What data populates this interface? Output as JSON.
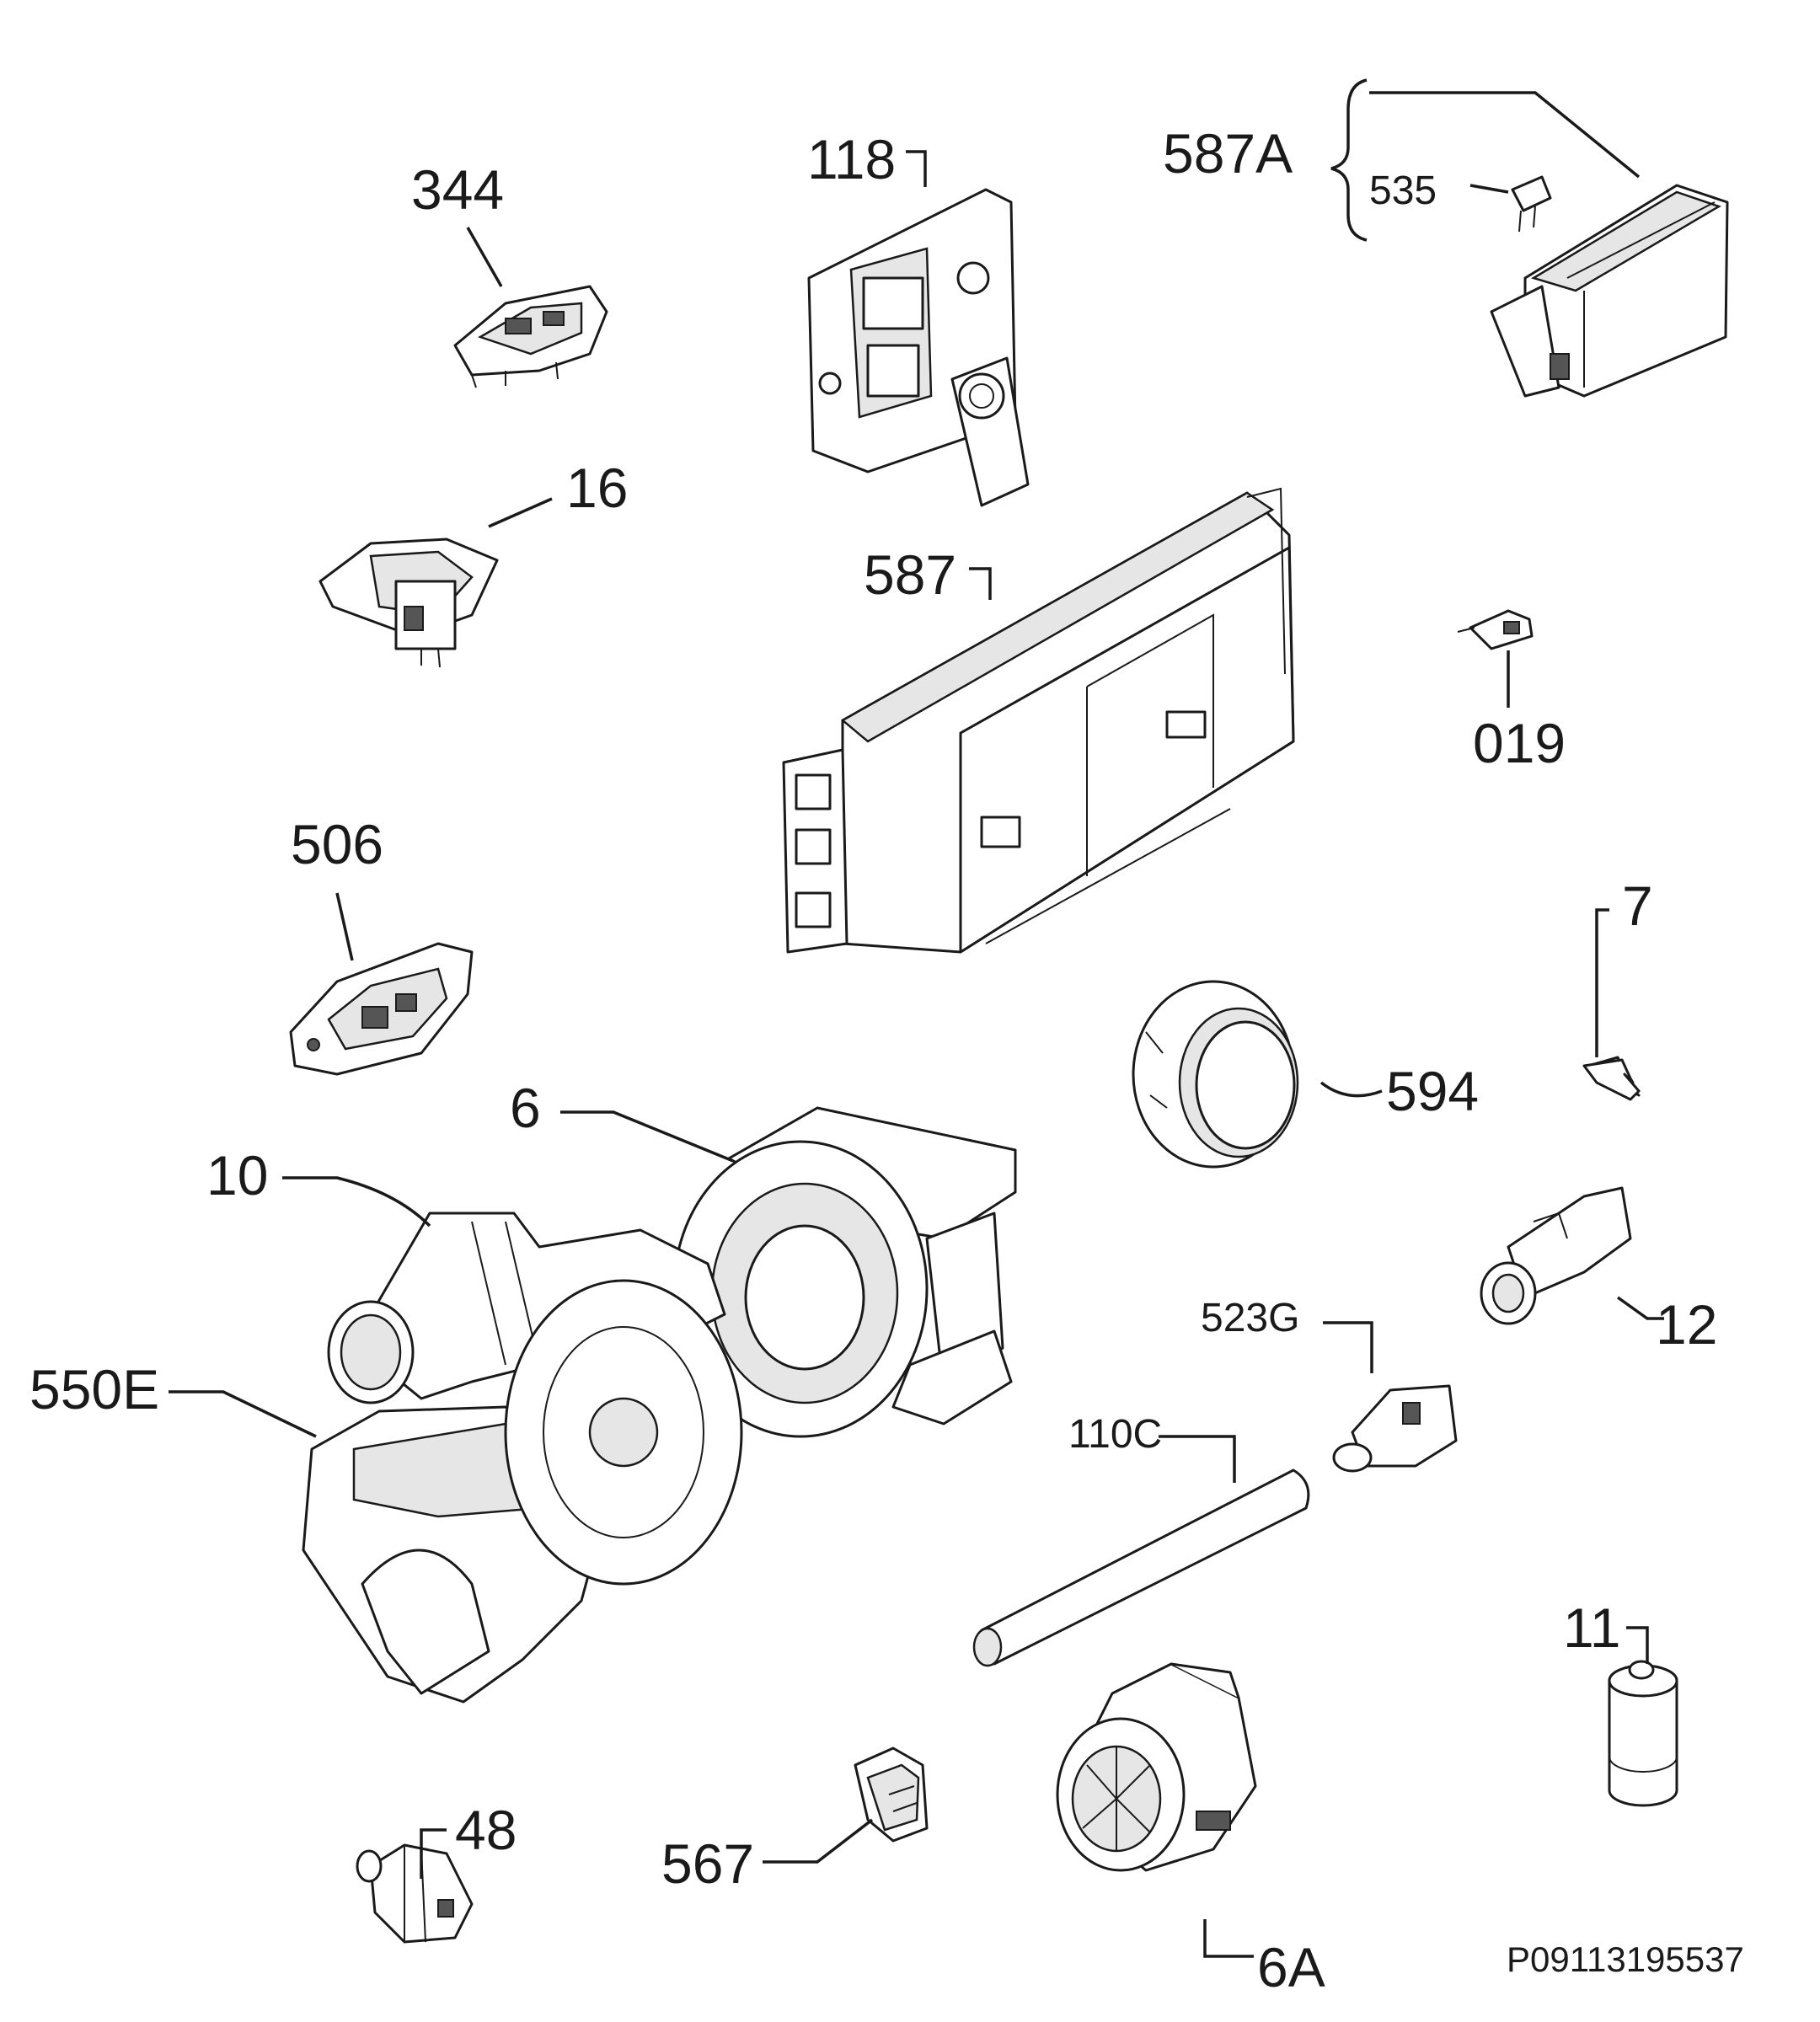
{
  "diagram_code": "P09113195537",
  "labels": {
    "p344": "344",
    "p118": "118",
    "p587A": "587A",
    "p535": "535",
    "p16": "16",
    "p587": "587",
    "p019": "019",
    "p506": "506",
    "p7": "7",
    "p594": "594",
    "p6": "6",
    "p10": "10",
    "p12": "12",
    "p523G": "523G",
    "p550E": "550E",
    "p110C": "110C",
    "p11": "11",
    "p48": "48",
    "p567": "567",
    "p6A": "6A"
  }
}
